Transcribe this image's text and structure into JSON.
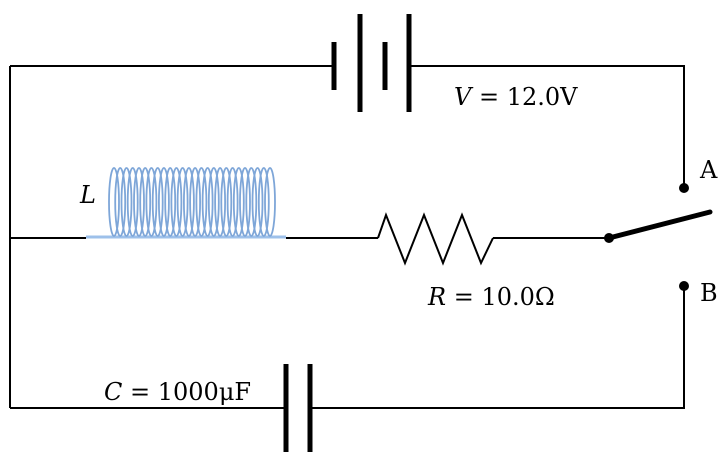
{
  "battery": {
    "symbol": "V",
    "value": " = 12.0V"
  },
  "inductor": {
    "symbol": "L"
  },
  "resistor": {
    "symbol": "R",
    "value": " = 10.0Ω"
  },
  "capacitor": {
    "symbol": "C",
    "value": " = 1000μF"
  },
  "switch": {
    "terminal_a": "A",
    "terminal_b": "B"
  },
  "colors": {
    "wire": "#000000",
    "coil": "#7ea6d8",
    "coil_base": "#9dc0ea"
  }
}
